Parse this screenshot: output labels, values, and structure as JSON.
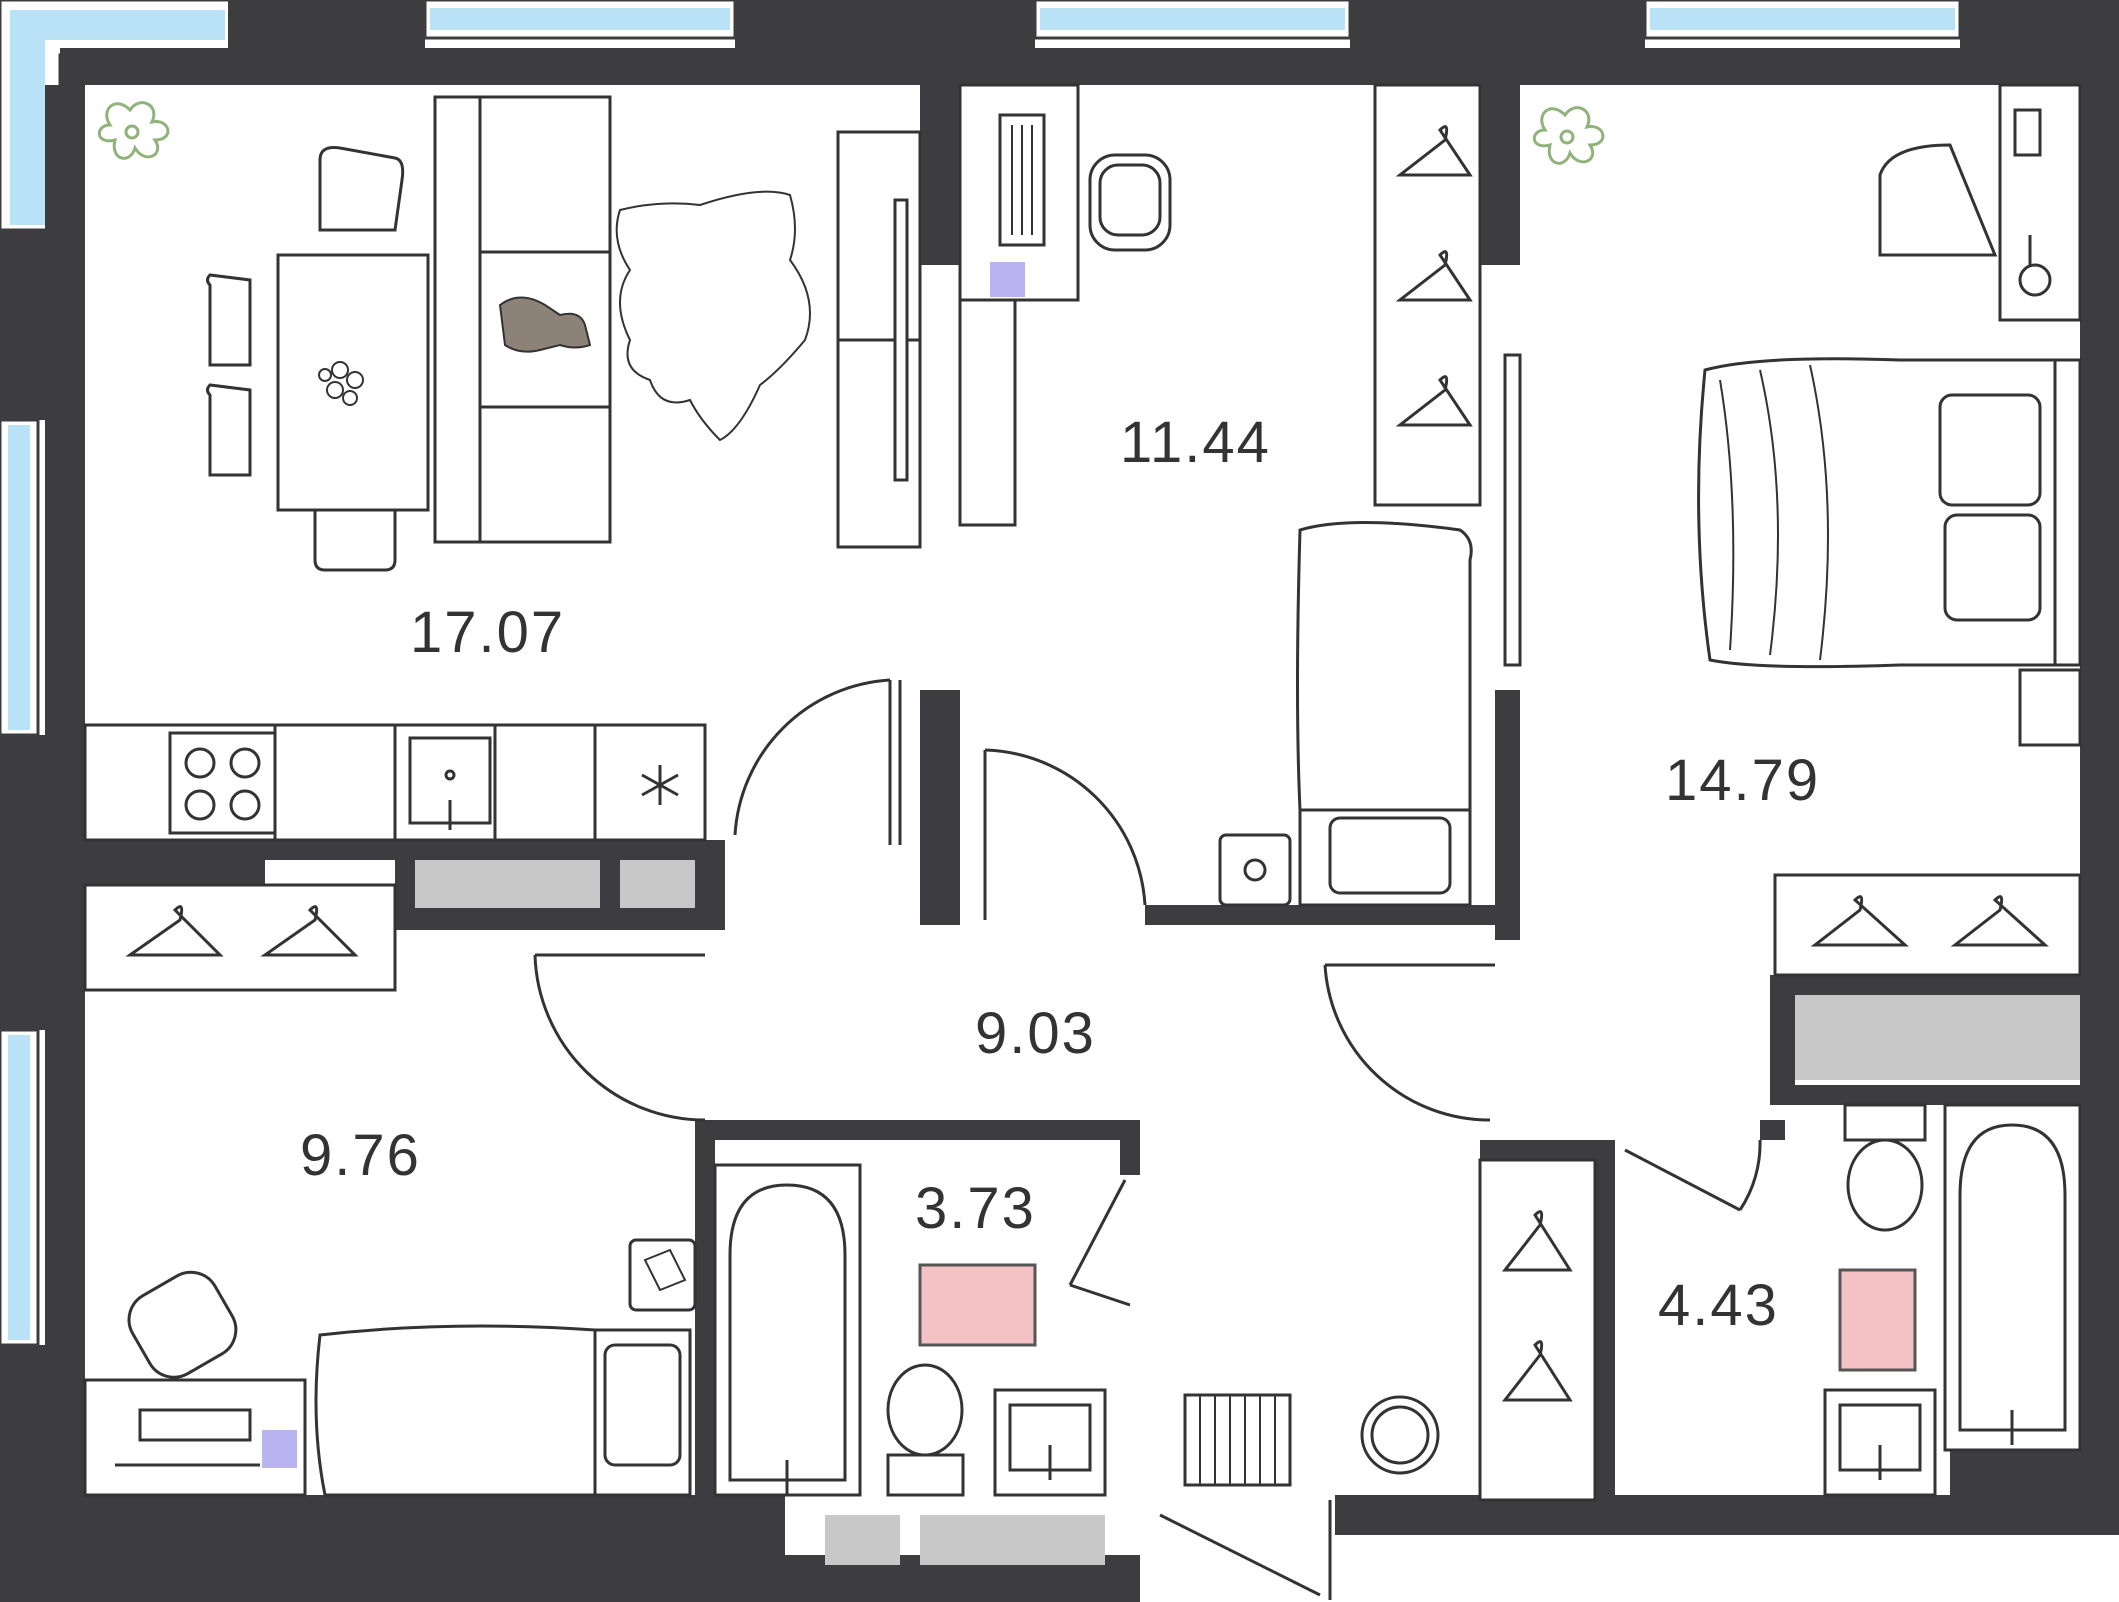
{
  "plan": {
    "rooms": [
      {
        "id": "living-kitchen",
        "area": "17.07"
      },
      {
        "id": "bedroom-middle",
        "area": "11.44"
      },
      {
        "id": "bedroom-right",
        "area": "14.79"
      },
      {
        "id": "hallway",
        "area": "9.03"
      },
      {
        "id": "bedroom-left",
        "area": "9.76"
      },
      {
        "id": "bathroom-1",
        "area": "3.73"
      },
      {
        "id": "bathroom-2",
        "area": "4.43"
      }
    ]
  },
  "colors": {
    "wall": "#3d3d3f",
    "window_glass": "#b9e2f7",
    "storage_gray": "#c8c8c8",
    "bath_mat": "#f2c2c4",
    "plant": "#8fb37a",
    "accent_purple": "#b9b3f0",
    "cat": "#8c8278"
  }
}
